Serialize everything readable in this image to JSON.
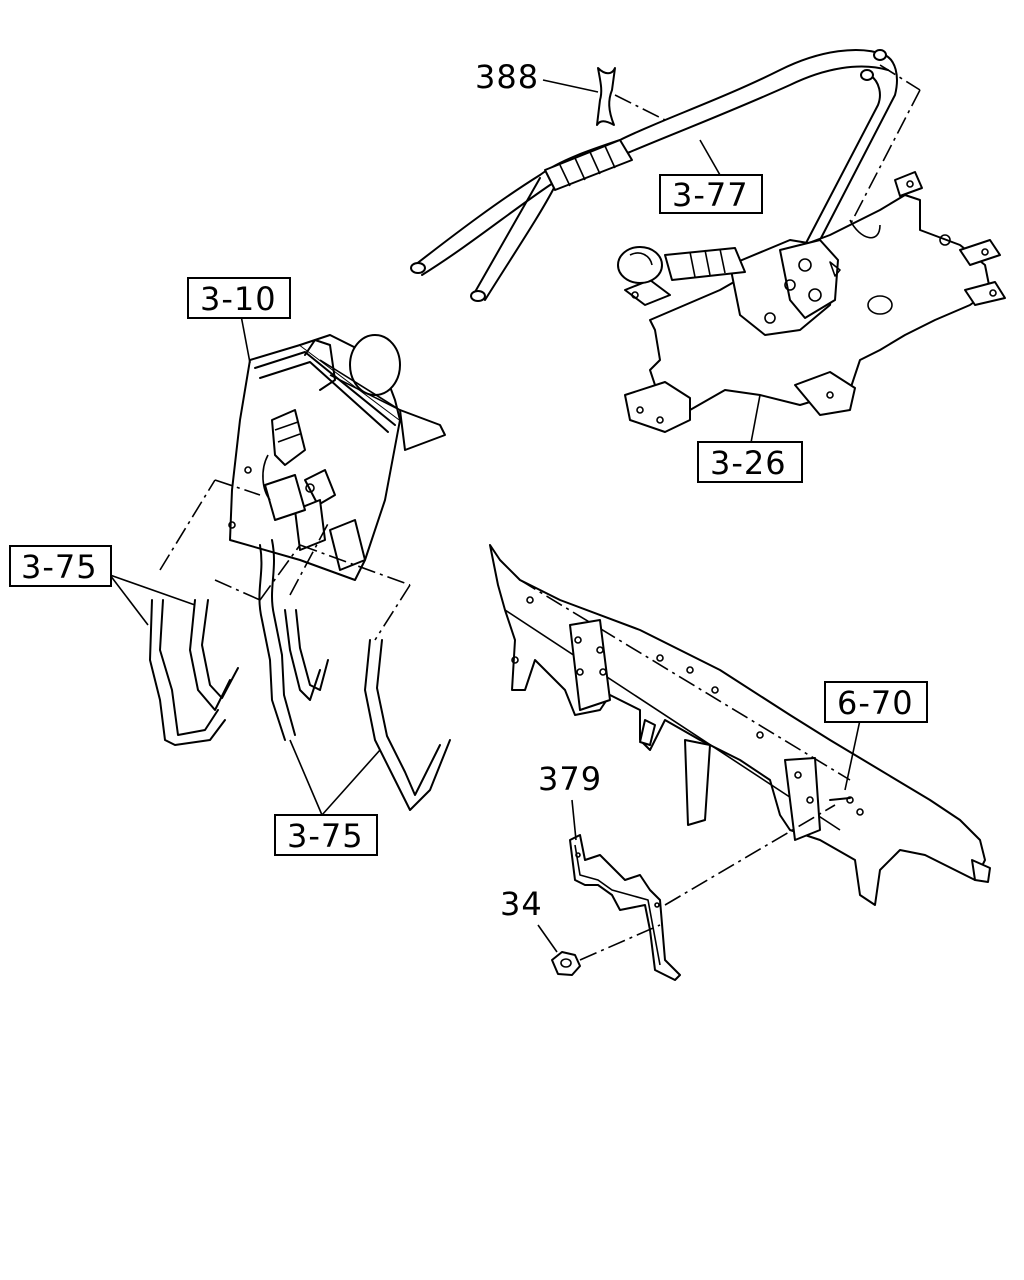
{
  "callouts": {
    "c388": "388",
    "c377": "3-77",
    "c310": "3-10",
    "c326": "3-26",
    "c375a": "3-75",
    "c375b": "3-75",
    "c670": "6-70",
    "c379": "379",
    "c34": "34"
  }
}
